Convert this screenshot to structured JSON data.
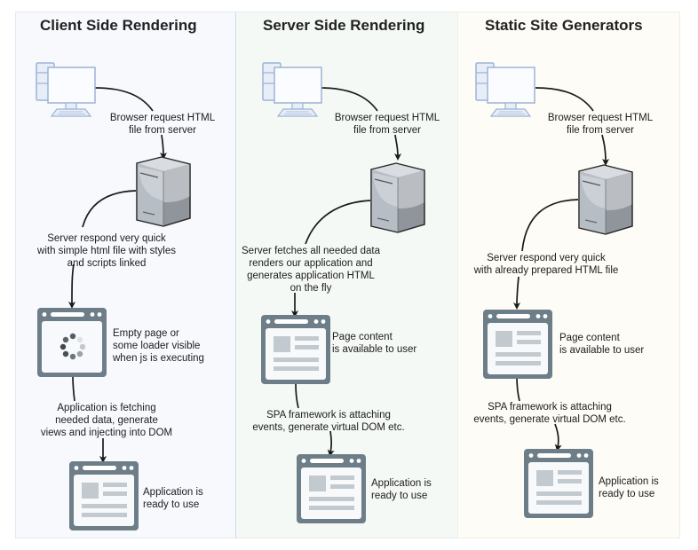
{
  "columns": [
    {
      "title": "Client Side Rendering",
      "background": "#f7f9fd",
      "steps": {
        "request": "Browser request HTML\nfile from server",
        "server_response": "Server respond very quick\nwith simple html file with styles\nand scripts linked",
        "first_page": "Empty page or\nsome loader visible\nwhen js is executing",
        "transition": "Application is fetching\nneeded data, generate\nviews and injecting into DOM",
        "final": "Application is\nready to use"
      },
      "icons": [
        "desktop-computer-icon",
        "server-icon",
        "browser-loading-icon",
        "browser-page-icon"
      ]
    },
    {
      "title": "Server Side Rendering",
      "background": "#f5f9f6",
      "steps": {
        "request": "Browser request HTML\nfile from server",
        "server_response": "Server fetches all needed data\nrenders our application and\ngenerates application HTML\non the fly",
        "first_page": "Page content\nis available to user",
        "transition": "SPA framework is attaching\nevents, generate virtual DOM etc.",
        "final": "Application is\nready to use"
      },
      "icons": [
        "desktop-computer-icon",
        "server-icon",
        "browser-page-icon",
        "browser-page-icon"
      ]
    },
    {
      "title": "Static Site Generators",
      "background": "#fdfcf6",
      "steps": {
        "request": "Browser request HTML\nfile from server",
        "server_response": "Server respond very quick\nwith already prepared HTML file",
        "first_page": "Page content\nis available to user",
        "transition": "SPA framework is attaching\nevents, generate virtual DOM etc.",
        "final": "Application is\nready to use"
      },
      "icons": [
        "desktop-computer-icon",
        "server-icon",
        "browser-page-icon",
        "browser-page-icon"
      ]
    }
  ],
  "colors": {
    "computer_stroke": "#9db3d6",
    "computer_fill": "#e8eef8",
    "browser_frame": "#6e7e88",
    "browser_content": "#c3cacf",
    "server_light": "#c6cbd2",
    "server_dark": "#8d9399",
    "arrow": "#1a1a1a"
  }
}
